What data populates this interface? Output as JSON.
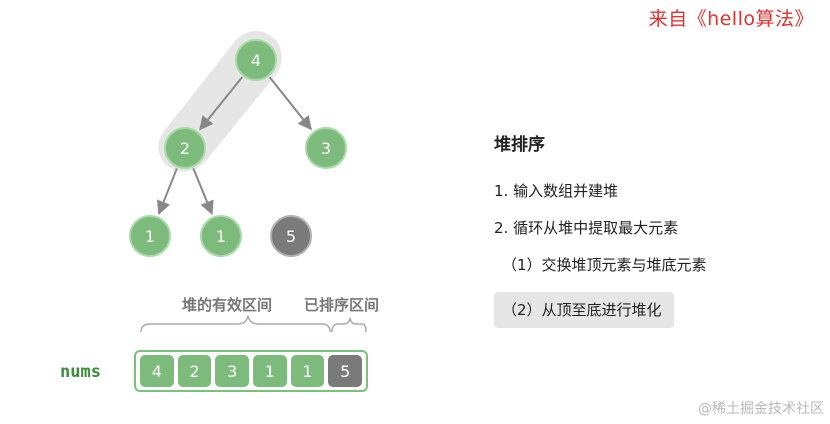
{
  "watermark_top": "来自《hello算法》",
  "watermark_bottom": "@稀土掘金技术社区",
  "tree": {
    "nodes": [
      {
        "id": "n0",
        "value": "4",
        "state": "heap",
        "highlighted": true
      },
      {
        "id": "n1",
        "value": "2",
        "state": "heap",
        "highlighted": true
      },
      {
        "id": "n2",
        "value": "3",
        "state": "heap",
        "highlighted": false
      },
      {
        "id": "n3",
        "value": "1",
        "state": "heap",
        "highlighted": false
      },
      {
        "id": "n4",
        "value": "1",
        "state": "heap",
        "highlighted": false
      },
      {
        "id": "n5",
        "value": "5",
        "state": "sorted",
        "highlighted": false
      }
    ],
    "edges": [
      [
        "n0",
        "n1"
      ],
      [
        "n0",
        "n2"
      ],
      [
        "n1",
        "n3"
      ],
      [
        "n1",
        "n4"
      ]
    ]
  },
  "labels": {
    "heap_range": "堆的有效区间",
    "sorted_range": "已排序区间",
    "nums": "nums"
  },
  "array": [
    {
      "value": "4",
      "state": "heap"
    },
    {
      "value": "2",
      "state": "heap"
    },
    {
      "value": "3",
      "state": "heap"
    },
    {
      "value": "1",
      "state": "heap"
    },
    {
      "value": "1",
      "state": "heap"
    },
    {
      "value": "5",
      "state": "sorted"
    }
  ],
  "panel": {
    "title": "堆排序",
    "steps": [
      "1. 输入数组并建堆",
      "2. 循环从堆中提取最大元素",
      "（1）交换堆顶元素与堆底元素",
      "（2）从顶至底进行堆化"
    ]
  },
  "colors": {
    "node_fill": "#7dbb7d",
    "node_stroke": "#a9d9a9",
    "sorted_fill": "#7a7a7a",
    "sorted_stroke": "#b0b0b0",
    "highlight": "#e6e6e6",
    "brand_red": "#e0312f",
    "nums_green": "#3a8d3a"
  }
}
